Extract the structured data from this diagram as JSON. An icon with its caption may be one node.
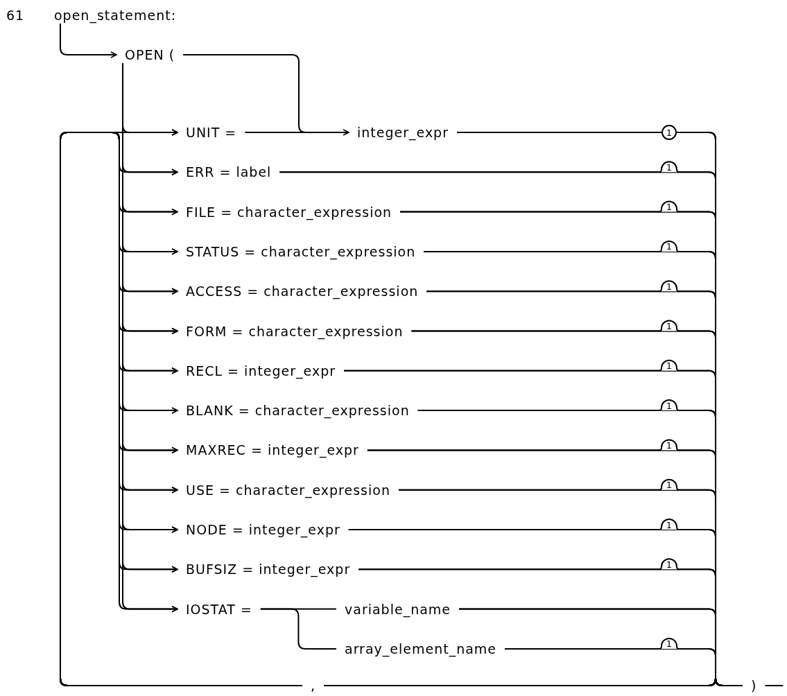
{
  "diagram": {
    "nodes": [
      {
        "text": [
          "open_statement:"
        ]
      },
      {
        "text": [
          "OPEN ("
        ]
      },
      {
        "text": [
          "UNIT ="
        ]
      },
      {
        "text": [
          "integer_expr"
        ]
      },
      {
        "text": [
          "ERR = label"
        ]
      },
      {
        "text": [
          "FILE = character_expression"
        ]
      },
      {
        "text": [
          "STATUS = character_expression"
        ]
      },
      {
        "text": [
          "ACCESS = character_expression"
        ]
      },
      {
        "text": [
          "FORM = character_expression"
        ]
      },
      {
        "text": [
          "RECL = integer_expr"
        ]
      },
      {
        "text": [
          "BLANK = character_expression"
        ]
      },
      {
        "text": [
          "MAXREC = integer_expr"
        ]
      },
      {
        "text": [
          "USE = character_expression"
        ]
      },
      {
        "text": [
          "NODE = integer_expr"
        ]
      },
      {
        "text": [
          "BUFSIZ = integer_expr"
        ]
      },
      {
        "text": [
          "IOSTAT ="
        ]
      },
      {
        "text": [
          "variable_name"
        ]
      },
      {
        "text": [
          "array_element_name"
        ]
      },
      {
        "text": [
          ","
        ]
      },
      {
        "text": [
          ")"
        ]
      }
    ],
    "edges": [
      {
        "from": 0,
        "to": 1,
        "arrow": "to"
      },
      {
        "from": 1,
        "to": 3,
        "arrow": "to"
      },
      {
        "from": 1,
        "to": 2,
        "arrow": "to"
      },
      {
        "from": 1,
        "to": 4,
        "arrow": "to"
      },
      {
        "from": 1,
        "to": 5,
        "arrow": "to"
      },
      {
        "from": 1,
        "to": 6,
        "arrow": "to"
      },
      {
        "from": 1,
        "to": 7,
        "arrow": "to"
      },
      {
        "from": 1,
        "to": 8,
        "arrow": "to"
      },
      {
        "from": 1,
        "to": 9,
        "arrow": "to"
      },
      {
        "from": 1,
        "to": 10,
        "arrow": "to"
      },
      {
        "from": 1,
        "to": 11,
        "arrow": "to"
      },
      {
        "from": 1,
        "to": 12,
        "arrow": "to"
      },
      {
        "from": 1,
        "to": 13,
        "arrow": "to"
      },
      {
        "from": 1,
        "to": 14,
        "arrow": "to"
      },
      {
        "from": 1,
        "to": 15,
        "arrow": "to"
      },
      {
        "from": 2,
        "to": 3,
        "arrow": "none"
      },
      {
        "from": 15,
        "to": 16,
        "arrow": "none"
      },
      {
        "from": 15,
        "to": 17,
        "arrow": "none"
      },
      {
        "from": 3,
        "to": 19,
        "arrow": "none"
      },
      {
        "from": 4,
        "to": 19,
        "arrow": "none"
      },
      {
        "from": 5,
        "to": 19,
        "arrow": "none"
      },
      {
        "from": 6,
        "to": 19,
        "arrow": "none"
      },
      {
        "from": 7,
        "to": 19,
        "arrow": "none"
      },
      {
        "from": 8,
        "to": 19,
        "arrow": "none"
      },
      {
        "from": 9,
        "to": 19,
        "arrow": "none"
      },
      {
        "from": 10,
        "to": 19,
        "arrow": "none"
      },
      {
        "from": 11,
        "to": 19,
        "arrow": "none"
      },
      {
        "from": 12,
        "to": 19,
        "arrow": "none"
      },
      {
        "from": 13,
        "to": 19,
        "arrow": "none"
      },
      {
        "from": 14,
        "to": 19,
        "arrow": "none"
      },
      {
        "from": 16,
        "to": 19,
        "arrow": "none"
      },
      {
        "from": 17,
        "to": 19,
        "arrow": "none"
      },
      {
        "from": 3,
        "to": 18,
        "arrow": "none"
      },
      {
        "from": 4,
        "to": 18,
        "arrow": "none"
      },
      {
        "from": 5,
        "to": 18,
        "arrow": "none"
      },
      {
        "from": 6,
        "to": 18,
        "arrow": "none"
      },
      {
        "from": 7,
        "to": 18,
        "arrow": "none"
      },
      {
        "from": 8,
        "to": 18,
        "arrow": "none"
      },
      {
        "from": 9,
        "to": 18,
        "arrow": "none"
      },
      {
        "from": 10,
        "to": 18,
        "arrow": "none"
      },
      {
        "from": 11,
        "to": 18,
        "arrow": "none"
      },
      {
        "from": 12,
        "to": 18,
        "arrow": "none"
      },
      {
        "from": 13,
        "to": 18,
        "arrow": "none"
      },
      {
        "from": 14,
        "to": 18,
        "arrow": "none"
      },
      {
        "from": 16,
        "to": 18,
        "arrow": "none"
      },
      {
        "from": 17,
        "to": 18,
        "arrow": "none"
      },
      {
        "from": 18,
        "to": 2,
        "arrow": "to"
      },
      {
        "from": 18,
        "to": 4,
        "arrow": "to"
      },
      {
        "from": 18,
        "to": 5,
        "arrow": "to"
      },
      {
        "from": 18,
        "to": 6,
        "arrow": "to"
      },
      {
        "from": 18,
        "to": 7,
        "arrow": "to"
      },
      {
        "from": 18,
        "to": 8,
        "arrow": "to"
      },
      {
        "from": 18,
        "to": 9,
        "arrow": "to"
      },
      {
        "from": 18,
        "to": 10,
        "arrow": "to"
      },
      {
        "from": 18,
        "to": 11,
        "arrow": "to"
      },
      {
        "from": 18,
        "to": 12,
        "arrow": "to"
      },
      {
        "from": 18,
        "to": 13,
        "arrow": "to"
      },
      {
        "from": 18,
        "to": 14,
        "arrow": "to"
      },
      {
        "from": 18,
        "to": 15,
        "arrow": "to"
      },
      {
        "from": 19,
        "to": null,
        "arrow": "none"
      }
    ],
    "labels": [
      "61",
      "1",
      "1",
      "1",
      "1",
      "1",
      "1",
      "1",
      "1",
      "1",
      "1",
      "1",
      "1",
      "1"
    ]
  }
}
